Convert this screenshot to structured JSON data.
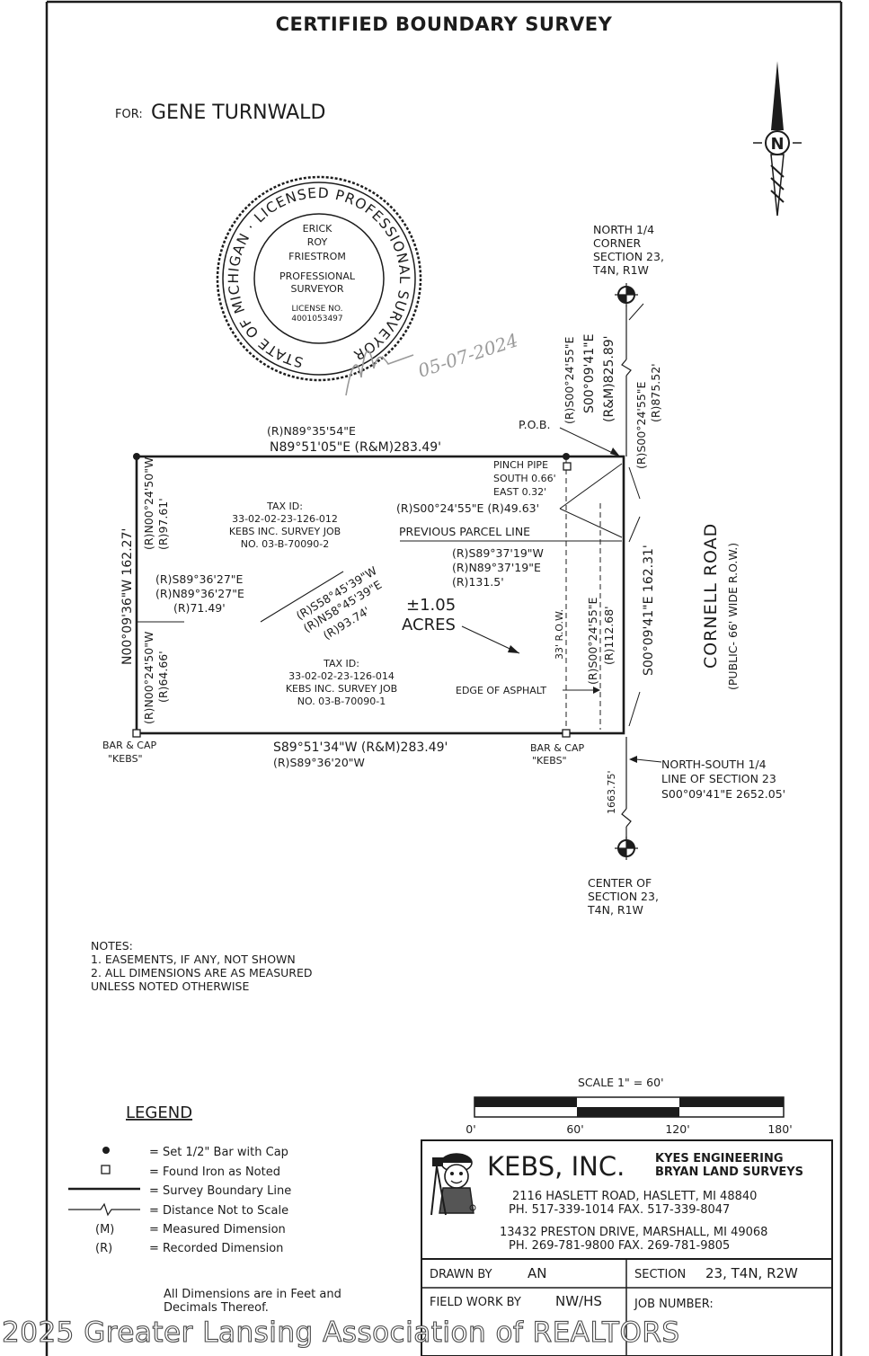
{
  "title": "CERTIFIED BOUNDARY SURVEY",
  "client": {
    "label": "FOR:",
    "name": "GENE TURNWALD"
  },
  "seal": {
    "ring_text": "STATE OF MICHIGAN · LICENSED PROFESSIONAL SURVEYOR",
    "name_lines": [
      "ERICK",
      "ROY",
      "FRIESTROM"
    ],
    "title_lines": [
      "PROFESSIONAL",
      "SURVEYOR"
    ],
    "license_label": "LICENSE NO.",
    "license_no": "4001053497",
    "signature_date": "05-07-2024"
  },
  "north_arrow": {
    "label": "N"
  },
  "labels": {
    "north_corner": [
      "NORTH 1/4",
      "CORNER",
      "SECTION 23,",
      "T4N, R1W"
    ],
    "center_corner": [
      "CENTER OF",
      "SECTION 23,",
      "T4N, R1W"
    ],
    "ns_line": [
      "NORTH-SOUTH 1/4",
      "LINE OF SECTION 23",
      "S00°09'41\"E 2652.05'"
    ],
    "pob": "P.O.B.",
    "pinch_pipe": [
      "PINCH PIPE",
      "SOUTH 0.66'",
      "EAST 0.32'"
    ],
    "bar_cap_left": [
      "BAR & CAP",
      "\"KEBS\""
    ],
    "bar_cap_right": [
      "BAR & CAP",
      "\"KEBS\""
    ],
    "tax_north": [
      "TAX ID:",
      "33-02-02-23-126-012",
      "KEBS INC. SURVEY JOB",
      "NO. 03-B-70090-2"
    ],
    "tax_south": [
      "TAX ID:",
      "33-02-02-23-126-014",
      "KEBS INC. SURVEY JOB",
      "NO. 03-B-70090-1"
    ],
    "previous_parcel": "PREVIOUS PARCEL LINE",
    "acres": [
      "±1.05",
      "ACRES"
    ],
    "edge_asphalt": "EDGE OF ASPHALT",
    "row_33": "33' R.O.W.",
    "road_name": "CORNELL ROAD",
    "road_sub": "(PUBLIC- 66' WIDE R.O.W.)"
  },
  "dims": {
    "north_rec": "(R)N89°35'54\"E",
    "north_meas": "N89°51'05\"E (R&M)283.49'",
    "south_meas": "S89°51'34\"W (R&M)283.49'",
    "south_rec": "(R)S89°36'20\"W",
    "west_meas": "N00°09'36\"W 162.27'",
    "west_up_1": "(R)N00°24'50\"W",
    "west_up_2": "(R)97.61'",
    "west_lo_1": "(R)N00°24'50\"W",
    "west_lo_2": "(R)64.66'",
    "east_meas": "S00°09'41\"E 162.31'",
    "sec_rec": "(R)S00°24'55\"E",
    "sec_meas": "S00°09'41\"E",
    "sec_dist": "(R&M)825.89'",
    "sec2_rec": "(R)S00°24'55\"E",
    "sec2_dist": "(R)875.52'",
    "east_part": "(R)S00°24'55\"E (R)49.63'",
    "inner_rec_1": "(R)S00°24'55\"E",
    "inner_rec_2": "(R)112.68'",
    "prev_1": "(R)S89°37'19\"W",
    "prev_2": "(R)N89°37'19\"E",
    "prev_3": "(R)131.5'",
    "west_part_1": "(R)S89°36'27\"E",
    "west_part_2": "(R)N89°36'27\"E",
    "west_part_3": "(R)71.49'",
    "diag_1": "(R)S58°45'39\"W",
    "diag_2": "(R)N58°45'39\"E",
    "diag_3": "(R)93.74'",
    "center_dist": "1663.75'"
  },
  "notes": {
    "heading": "NOTES:",
    "items": [
      "1. EASEMENTS, IF ANY, NOT SHOWN",
      "2. ALL DIMENSIONS ARE AS MEASURED",
      "UNLESS NOTED OTHERWISE"
    ]
  },
  "scale": {
    "label": "SCALE 1\" = 60'",
    "ticks": [
      "0'",
      "60'",
      "120'",
      "180'"
    ]
  },
  "legend": {
    "title": "LEGEND",
    "items": [
      {
        "symbol": "dot",
        "text": "= Set 1/2\" Bar with Cap"
      },
      {
        "symbol": "square",
        "text": "= Found Iron as Noted"
      },
      {
        "symbol": "line",
        "text": "= Survey Boundary Line"
      },
      {
        "symbol": "break",
        "text": "= Distance Not to Scale"
      },
      {
        "symbol": "(M)",
        "text": "= Measured Dimension"
      },
      {
        "symbol": "(R)",
        "text": "= Recorded Dimension"
      }
    ],
    "footer": [
      "All Dimensions are in Feet and",
      "Decimals Thereof."
    ]
  },
  "title_block": {
    "company": "KEBS, INC.",
    "sub": [
      "KYES ENGINEERING",
      "BRYAN LAND SURVEYS"
    ],
    "addr1": [
      "2116 HASLETT ROAD, HASLETT, MI 48840",
      "PH. 517-339-1014  FAX. 517-339-8047"
    ],
    "addr2": [
      "13432 PRESTON DRIVE, MARSHALL, MI 49068",
      "PH. 269-781-9800  FAX. 269-781-9805"
    ],
    "drawn_by_label": "DRAWN BY",
    "drawn_by": "AN",
    "section_label": "SECTION",
    "section": "23, T4N, R2W",
    "field_work_label": "FIELD WORK BY",
    "field_work": "NW/HS",
    "job_label": "JOB NUMBER:"
  },
  "watermark": "2025 Greater Lansing Association of REALTORS"
}
